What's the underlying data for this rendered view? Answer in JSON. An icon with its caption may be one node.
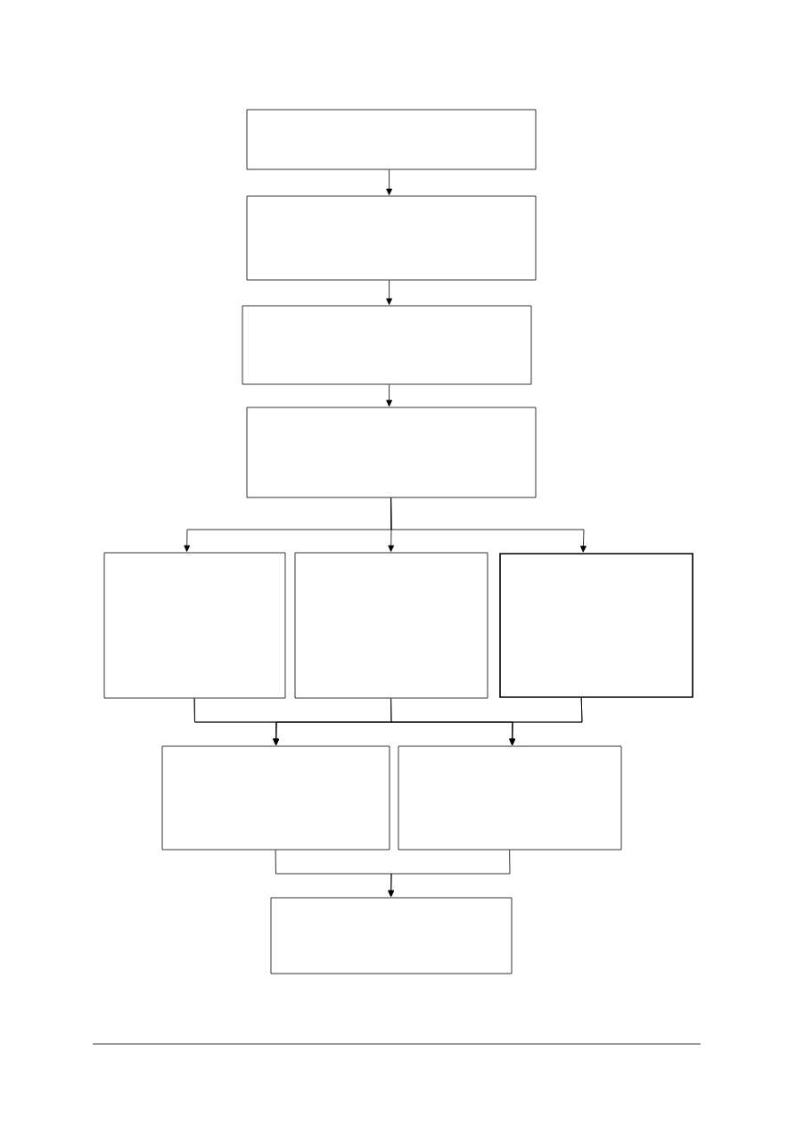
{
  "diagram": {
    "nodes": [
      {
        "text": [],
        "shape": "box"
      },
      {
        "text": [],
        "shape": "box"
      },
      {
        "text": [],
        "shape": "box"
      },
      {
        "text": [],
        "shape": "box"
      },
      {
        "text": [],
        "shape": "box"
      },
      {
        "text": [],
        "shape": "box"
      },
      {
        "text": [],
        "shape": "box"
      },
      {
        "text": [],
        "shape": "box"
      },
      {
        "text": [],
        "shape": "box"
      },
      {
        "text": [],
        "shape": "box"
      }
    ],
    "edges": [
      {
        "from": 0,
        "to": 1,
        "arrow": "to"
      },
      {
        "from": 1,
        "to": 2,
        "arrow": "to"
      },
      {
        "from": 2,
        "to": 3,
        "arrow": "to"
      },
      {
        "from": 3,
        "to": 4,
        "arrow": "to"
      },
      {
        "from": 3,
        "to": 5,
        "arrow": "to"
      },
      {
        "from": 3,
        "to": 6,
        "arrow": "to"
      },
      {
        "from": 4,
        "to": 7,
        "arrow": "to"
      },
      {
        "from": 4,
        "to": 8,
        "arrow": "to"
      },
      {
        "from": 5,
        "to": 7,
        "arrow": "to"
      },
      {
        "from": 5,
        "to": 8,
        "arrow": "to"
      },
      {
        "from": 6,
        "to": 7,
        "arrow": "to"
      },
      {
        "from": 6,
        "to": 8,
        "arrow": "to"
      },
      {
        "from": 7,
        "to": 9,
        "arrow": "to"
      },
      {
        "from": 8,
        "to": 9,
        "arrow": "to"
      }
    ]
  }
}
